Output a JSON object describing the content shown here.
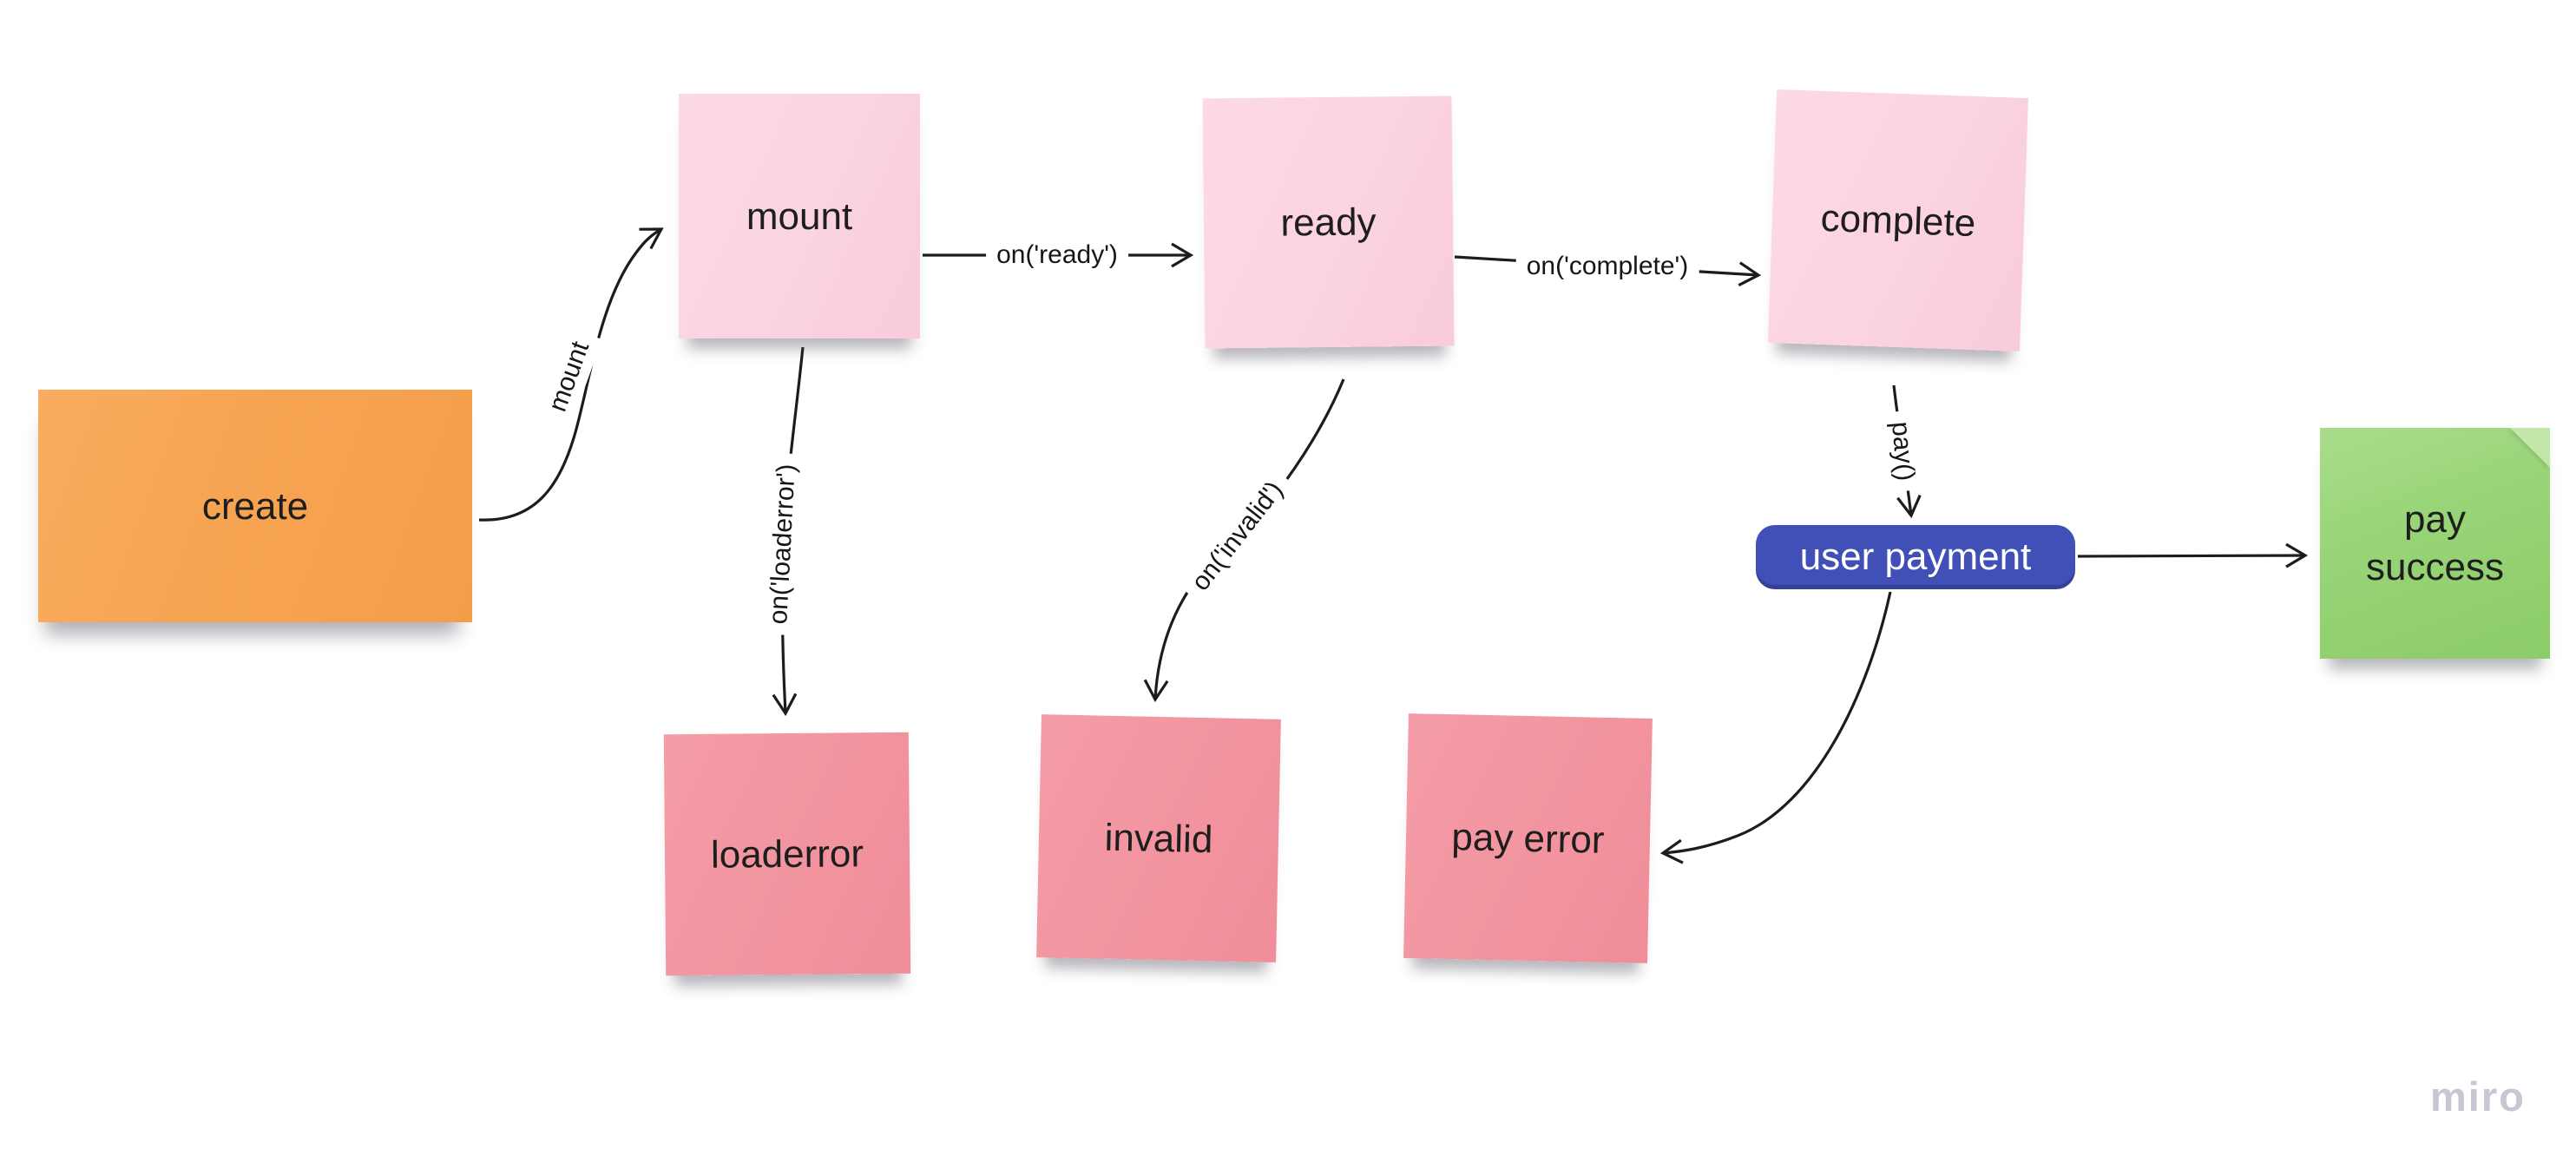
{
  "board": {
    "watermark": "miro",
    "background_color": "#ffffff",
    "connector_color": "#1c1c1c"
  },
  "nodes": {
    "create": {
      "label": "create",
      "shape": "sticky-note-wide",
      "color": "#f7a452"
    },
    "mount": {
      "label": "mount",
      "shape": "sticky-note",
      "color": "#fbd3e1"
    },
    "ready": {
      "label": "ready",
      "shape": "sticky-note",
      "color": "#fbd3e1"
    },
    "complete": {
      "label": "complete",
      "shape": "sticky-note",
      "color": "#fbd3e1"
    },
    "loaderror": {
      "label": "loaderror",
      "shape": "sticky-note",
      "color": "#f2949f"
    },
    "invalid": {
      "label": "invalid",
      "shape": "sticky-note",
      "color": "#f2949f"
    },
    "pay_error": {
      "label": "pay error",
      "shape": "sticky-note",
      "color": "#f2949f"
    },
    "pay_success": {
      "label": "pay success",
      "shape": "sticky-note",
      "color": "#97d476"
    },
    "user_payment": {
      "label": "user payment",
      "shape": "rounded-rect",
      "color": "#4150b6",
      "text_color": "#ffffff"
    }
  },
  "connectors": {
    "create_to_mount": {
      "label": "mount",
      "from": "create",
      "to": "mount"
    },
    "mount_to_ready": {
      "label": "on('ready')",
      "from": "mount",
      "to": "ready"
    },
    "ready_to_complete": {
      "label": "on('complete')",
      "from": "ready",
      "to": "complete"
    },
    "mount_to_loaderror": {
      "label": "on('loaderror')",
      "from": "mount",
      "to": "loaderror"
    },
    "ready_to_invalid": {
      "label": "on('invalid')",
      "from": "ready",
      "to": "invalid"
    },
    "complete_to_user_payment": {
      "label": "pay()",
      "from": "complete",
      "to": "user_payment"
    },
    "user_payment_to_pay_success": {
      "label": "",
      "from": "user_payment",
      "to": "pay_success"
    },
    "user_payment_to_pay_error": {
      "label": "",
      "from": "user_payment",
      "to": "pay_error"
    }
  }
}
